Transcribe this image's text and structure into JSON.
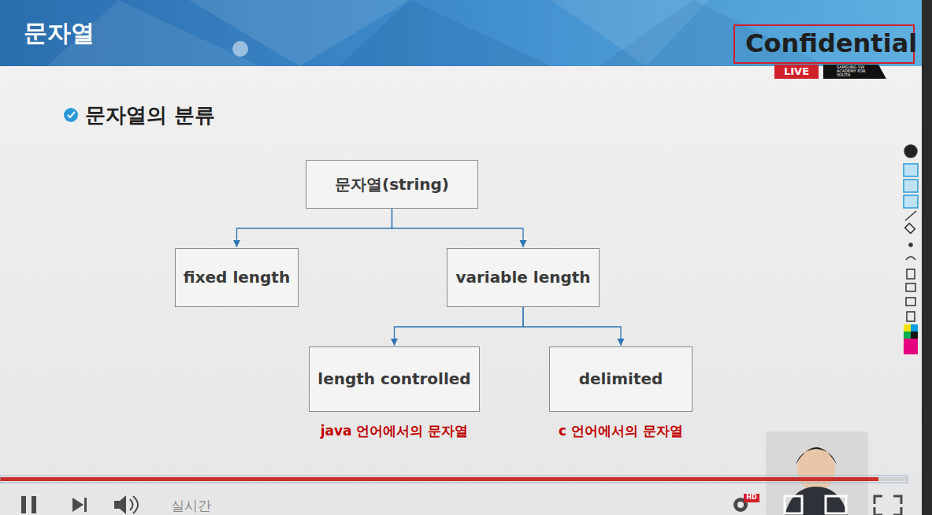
{
  "diagram": {
    "title": "문자열",
    "nodes": [
      {
        "text": [
          "문자열(string)"
        ]
      },
      {
        "text": [
          "fixed length"
        ]
      },
      {
        "text": [
          "variable length"
        ]
      },
      {
        "text": [
          "length controlled"
        ]
      },
      {
        "text": [
          "delimited"
        ]
      }
    ],
    "edges": [
      {
        "from": 0,
        "to": 1,
        "arrow": "to"
      },
      {
        "from": 0,
        "to": 2,
        "arrow": "to"
      },
      {
        "from": 2,
        "to": 3,
        "arrow": "to"
      },
      {
        "from": 2,
        "to": 4,
        "arrow": "to"
      }
    ],
    "labels": [
      "Confidential",
      "LIVE",
      "SAMSUNG SW ACADEMY FOR YOUTH",
      "문자열의 분류",
      "java 언어에서의 문자열",
      "c 언어에서의 문자열",
      "실시간",
      "HD"
    ]
  }
}
